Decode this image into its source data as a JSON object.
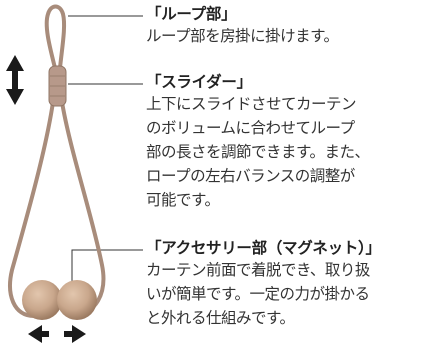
{
  "colors": {
    "cord": "#b09584",
    "cord_dark": "#8f7564",
    "ball": "#c9a78c",
    "ball_shadow": "#a9876d",
    "arrow": "#1a1a1a",
    "leader": "#333333"
  },
  "callouts": [
    {
      "id": "loop",
      "title": "「ループ部」",
      "description": "ループ部を房掛に掛けます。"
    },
    {
      "id": "slider",
      "title": "「スライダー」",
      "description": "上下にスライドさせてカーテン\nのボリュームに合わせてループ\n部の長さを調節できます。また、\nロープの左右バランスの調整が\n可能です。"
    },
    {
      "id": "accessory",
      "title": "「アクセサリー部（マグネット）」",
      "description": "カーテン前面で着脱でき、取り扱\nいが簡単です。一定の力が掛かる\nと外れる仕組みです。"
    }
  ],
  "icons": {
    "vertical_arrow": "up-down-arrow-icon",
    "horizontal_arrow": "left-right-arrow-icon"
  }
}
